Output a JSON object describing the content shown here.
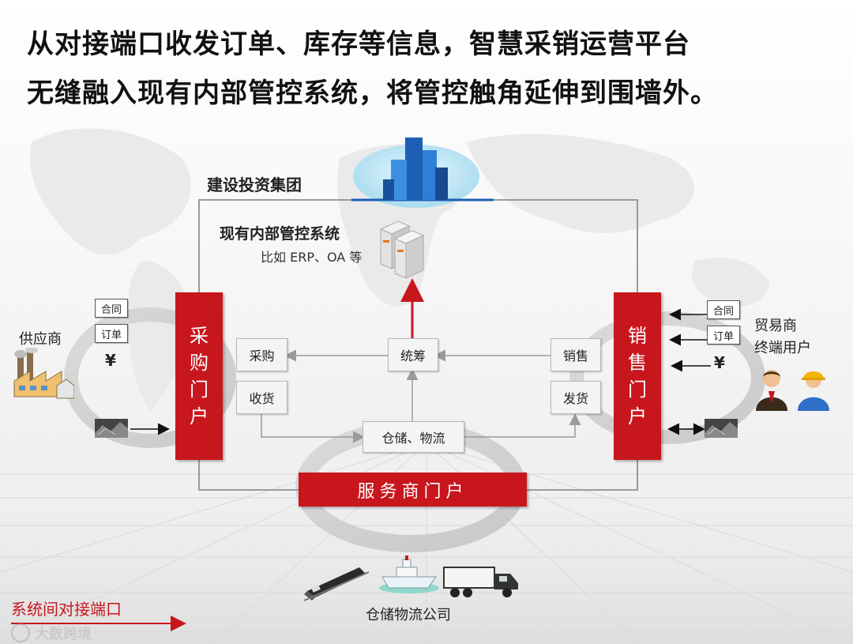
{
  "title": {
    "line1": "从对接端口收发订单、库存等信息，智慧采销运营平台",
    "line2": "无缝融入现有内部管控系统，将管控触角延伸到围墙外。"
  },
  "group": {
    "label": "建设投资集团",
    "internal_system": "现有内部管控系统",
    "internal_example": "比如 ERP、OA 等"
  },
  "portals": {
    "purchase": [
      "采",
      "购",
      "门",
      "户"
    ],
    "sales": [
      "销",
      "售",
      "门",
      "户"
    ],
    "service": "服务商门户"
  },
  "functions": {
    "purchase": "采购",
    "receive": "收货",
    "coordinate": "统筹",
    "sell": "销售",
    "ship": "发货",
    "warehouse": "仓储、物流"
  },
  "left_party": {
    "name": "供应商",
    "doc_contract": "合同",
    "doc_order": "订单",
    "money": "¥"
  },
  "right_party": {
    "name_line1": "贸易商",
    "name_line2": "终端用户",
    "doc_contract": "合同",
    "doc_order": "订单",
    "money": "¥"
  },
  "logistics": {
    "label": "仓储物流公司"
  },
  "legend": {
    "label": "系统间对接端口"
  },
  "watermark": "大数跨境",
  "colors": {
    "accent_red": "#c8161d",
    "line_gray": "#9a9a9a",
    "building_blue": "#1d5fb5"
  }
}
